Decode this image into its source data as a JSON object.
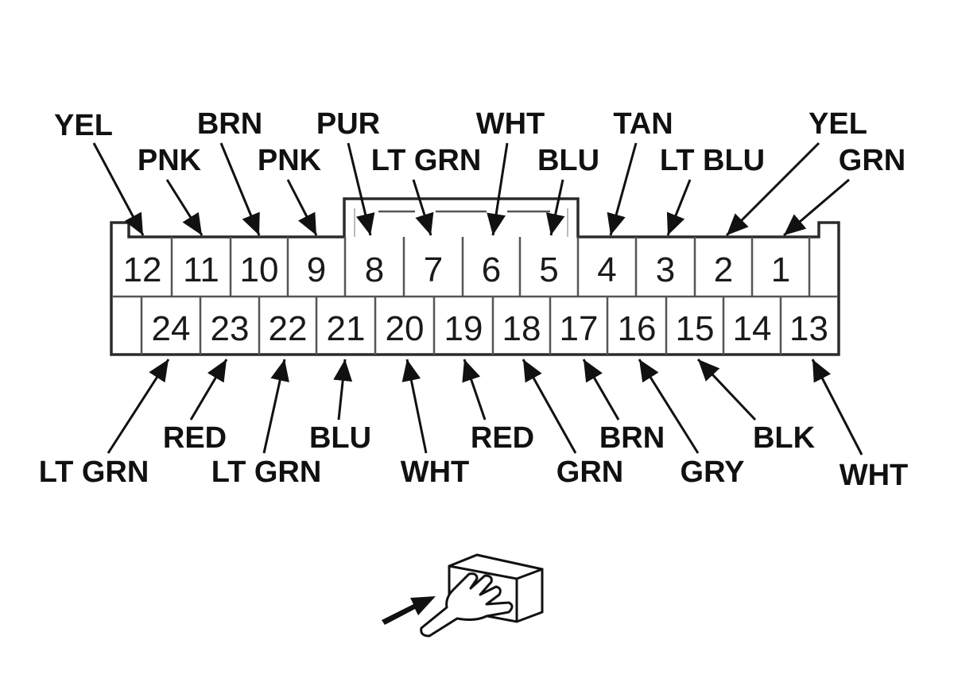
{
  "connector": {
    "top_pins": [
      {
        "pin": "12",
        "wire": "YEL"
      },
      {
        "pin": "11",
        "wire": "PNK"
      },
      {
        "pin": "10",
        "wire": "BRN"
      },
      {
        "pin": "9",
        "wire": "PNK"
      },
      {
        "pin": "8",
        "wire": "PUR"
      },
      {
        "pin": "7",
        "wire": "LT GRN"
      },
      {
        "pin": "6",
        "wire": "WHT"
      },
      {
        "pin": "5",
        "wire": "BLU"
      },
      {
        "pin": "4",
        "wire": "TAN"
      },
      {
        "pin": "3",
        "wire": "LT BLU"
      },
      {
        "pin": "2",
        "wire": "YEL"
      },
      {
        "pin": "1",
        "wire": "GRN"
      }
    ],
    "bottom_pins": [
      {
        "pin": "24",
        "wire": "LT GRN"
      },
      {
        "pin": "23",
        "wire": "RED"
      },
      {
        "pin": "22",
        "wire": "LT GRN"
      },
      {
        "pin": "21",
        "wire": "BLU"
      },
      {
        "pin": "20",
        "wire": "WHT"
      },
      {
        "pin": "19",
        "wire": "RED"
      },
      {
        "pin": "18",
        "wire": "GRN"
      },
      {
        "pin": "17",
        "wire": "BRN"
      },
      {
        "pin": "16",
        "wire": "GRY"
      },
      {
        "pin": "15",
        "wire": "BLK"
      },
      {
        "pin": "14",
        "wire": null
      },
      {
        "pin": "13",
        "wire": "WHT"
      }
    ]
  },
  "view_icon": "hand-pushing-connector-icon"
}
